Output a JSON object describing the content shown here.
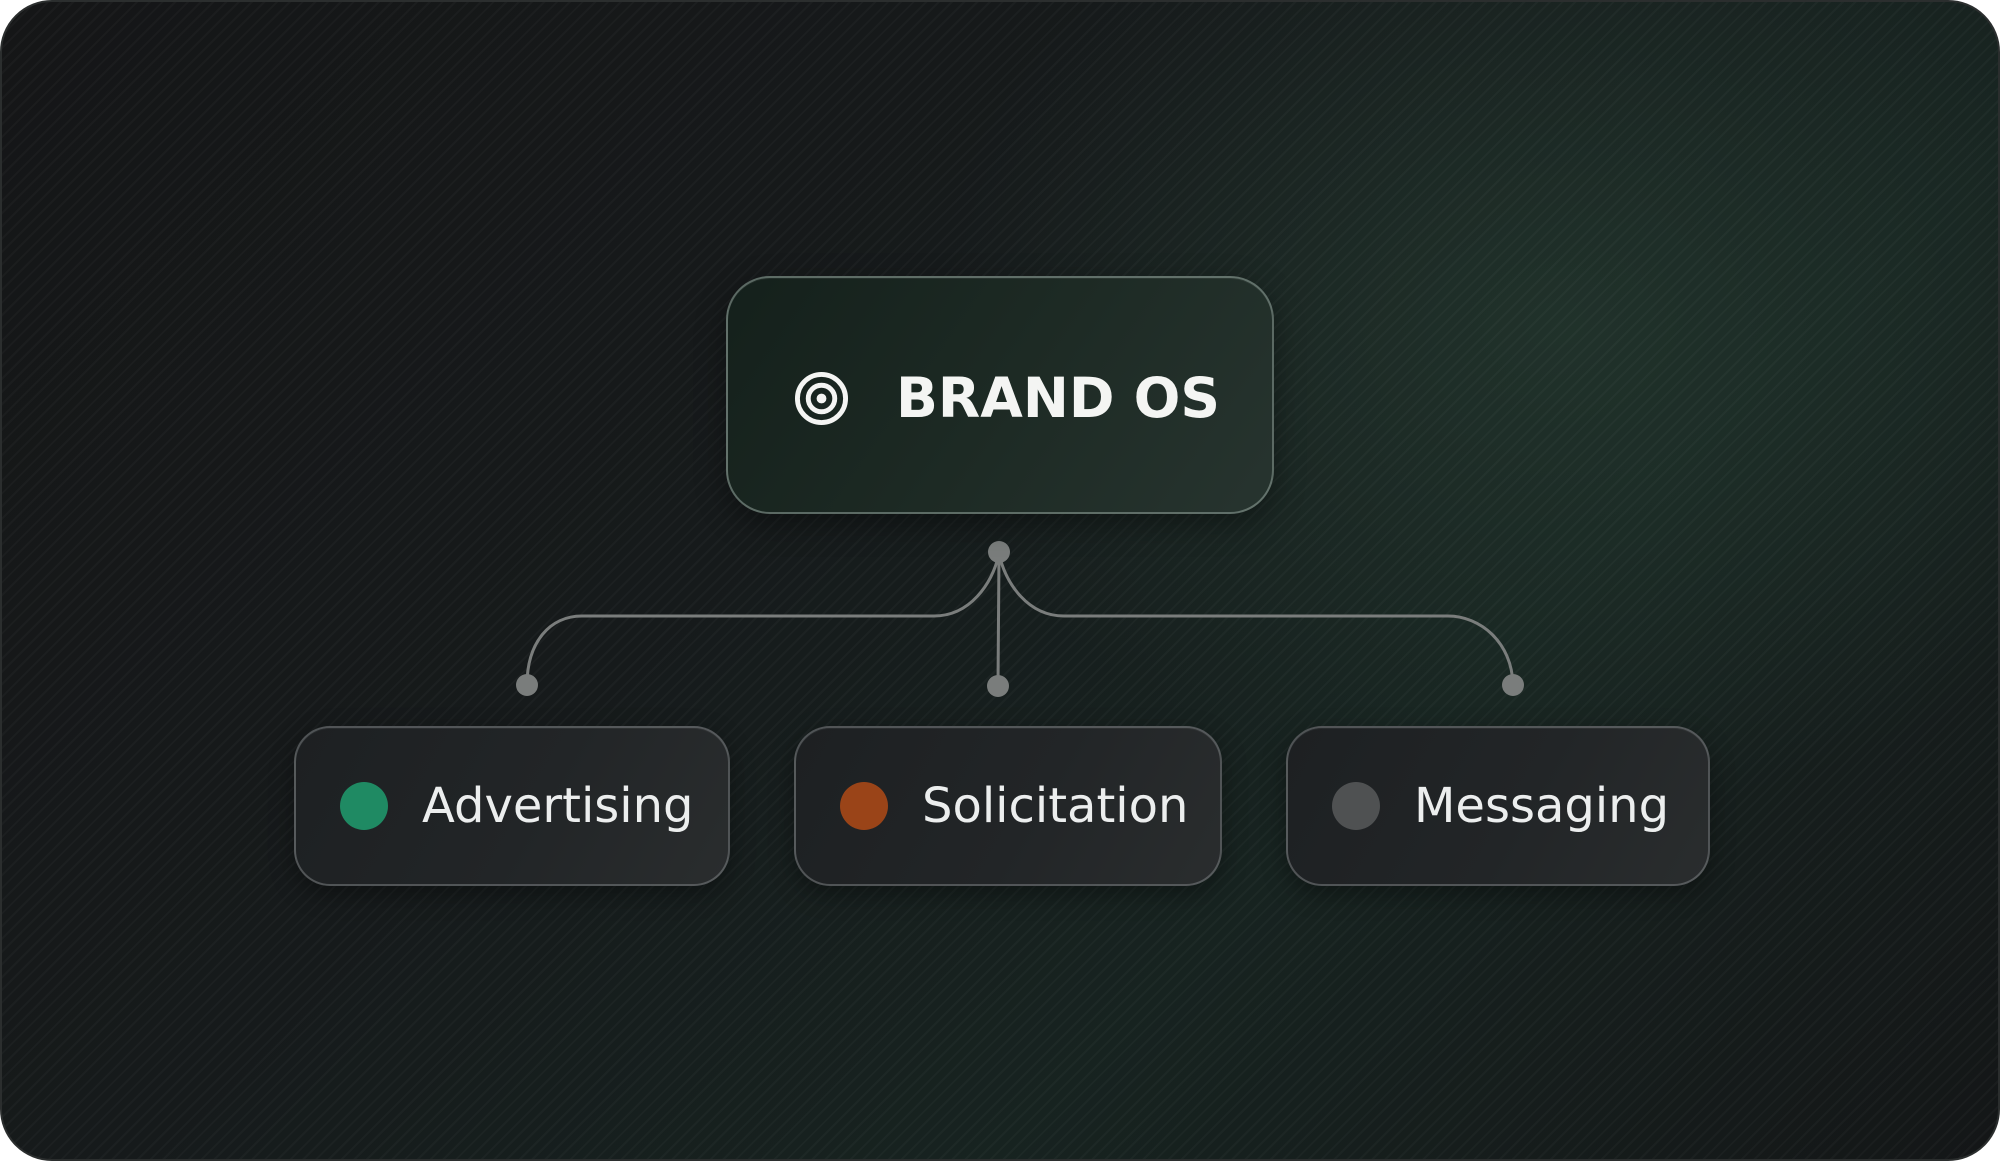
{
  "root": {
    "label": "BRAND OS",
    "icon": "target-icon"
  },
  "children": [
    {
      "label": "Advertising",
      "dot_color": "#1f8a63"
    },
    {
      "label": "Solicitation",
      "dot_color": "#9a4418"
    },
    {
      "label": "Messaging",
      "dot_color": "#4f5152"
    }
  ],
  "colors": {
    "connector": "#7a7d7c",
    "text": "#f4f5f3"
  }
}
